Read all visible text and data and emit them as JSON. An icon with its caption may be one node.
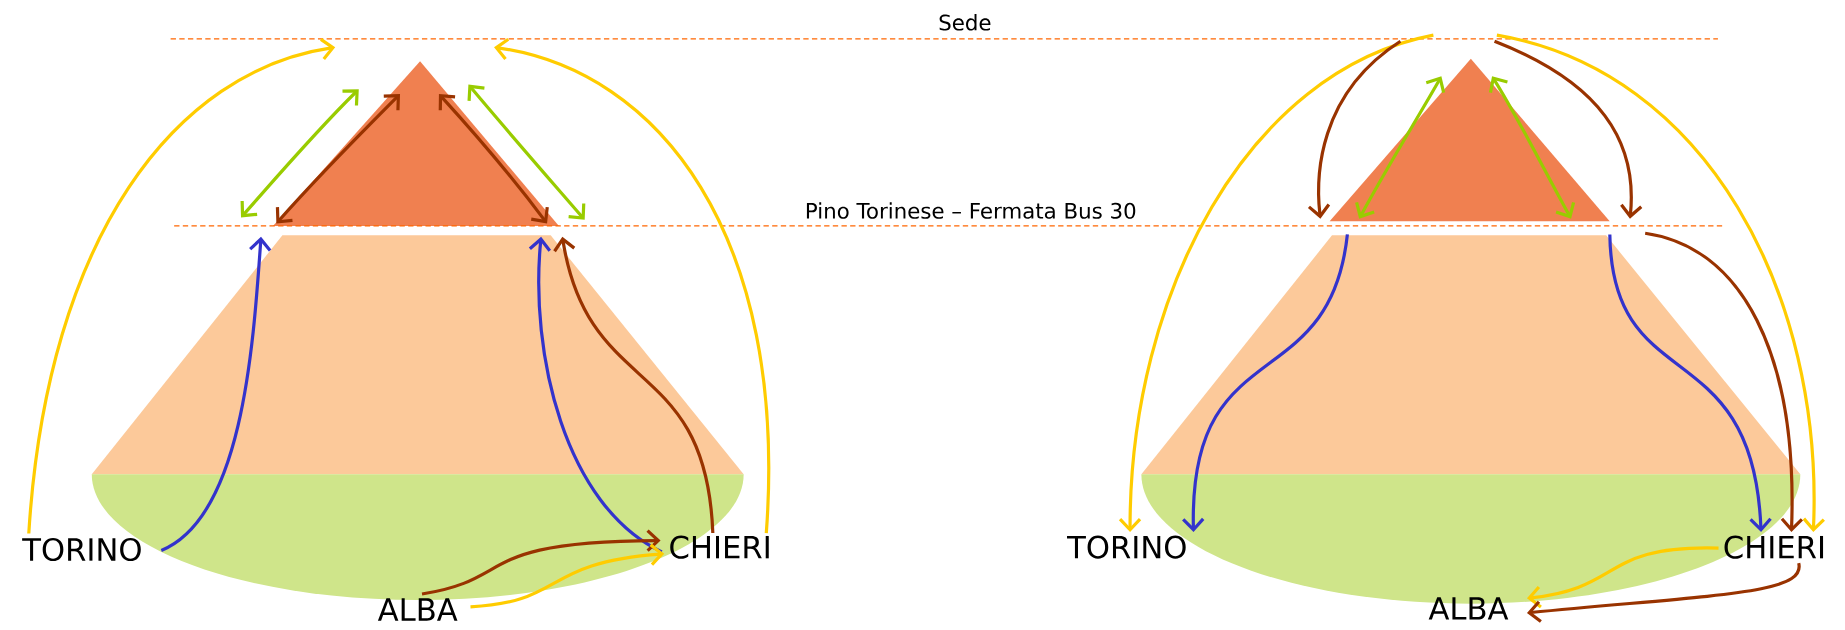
{
  "diagram": {
    "nodes": [
      {
        "text": [
          "Sede"
        ]
      },
      {
        "text": [
          "Pino Torinese – Fermata Bus 30"
        ]
      },
      {
        "text": [],
        "shape": "triangle"
      },
      {
        "text": [
          "TORINO"
        ]
      },
      {
        "text": [
          "CHIERI"
        ]
      },
      {
        "text": [
          "ALBA"
        ]
      },
      {
        "text": [],
        "shape": "triangle"
      },
      {
        "text": [
          "TORINO"
        ]
      },
      {
        "text": [
          "CHIERI"
        ]
      },
      {
        "text": [
          "ALBA"
        ]
      }
    ],
    "edges": [
      {
        "from": 3,
        "to": 0,
        "arrow": "to",
        "color": "#ffcc00"
      },
      {
        "from": 4,
        "to": 0,
        "arrow": "to",
        "color": "#ffcc00"
      },
      {
        "from": 1,
        "to": 2,
        "arrow": "both",
        "color": "#99cc00"
      },
      {
        "from": 1,
        "to": 2,
        "arrow": "both",
        "color": "#993300"
      },
      {
        "from": 1,
        "to": 2,
        "arrow": "both",
        "color": "#993300"
      },
      {
        "from": 1,
        "to": 2,
        "arrow": "both",
        "color": "#99cc00"
      },
      {
        "from": 3,
        "to": 1,
        "arrow": "to",
        "color": "#3333cc"
      },
      {
        "from": 4,
        "to": 1,
        "arrow": "to",
        "color": "#3333cc"
      },
      {
        "from": 4,
        "to": 1,
        "arrow": "to",
        "color": "#993300"
      },
      {
        "from": 5,
        "to": 4,
        "arrow": "to",
        "color": "#993300"
      },
      {
        "from": 5,
        "to": 4,
        "arrow": "to",
        "color": "#ffcc00"
      },
      {
        "from": 0,
        "to": 7,
        "arrow": "to",
        "color": "#ffcc00"
      },
      {
        "from": 0,
        "to": 8,
        "arrow": "to",
        "color": "#ffcc00"
      },
      {
        "from": 0,
        "to": 1,
        "arrow": "to",
        "color": "#993300"
      },
      {
        "from": 0,
        "to": 1,
        "arrow": "to",
        "color": "#993300"
      },
      {
        "from": 1,
        "to": 6,
        "arrow": "both",
        "color": "#99cc00"
      },
      {
        "from": 1,
        "to": 6,
        "arrow": "both",
        "color": "#99cc00"
      },
      {
        "from": 1,
        "to": 7,
        "arrow": "to",
        "color": "#3333cc"
      },
      {
        "from": 1,
        "to": 8,
        "arrow": "to",
        "color": "#3333cc"
      },
      {
        "from": 1,
        "to": 8,
        "arrow": "to",
        "color": "#993300"
      },
      {
        "from": 8,
        "to": 9,
        "arrow": "to",
        "color": "#ffcc00"
      },
      {
        "from": 8,
        "to": 9,
        "arrow": "to",
        "color": "#993300"
      }
    ]
  }
}
